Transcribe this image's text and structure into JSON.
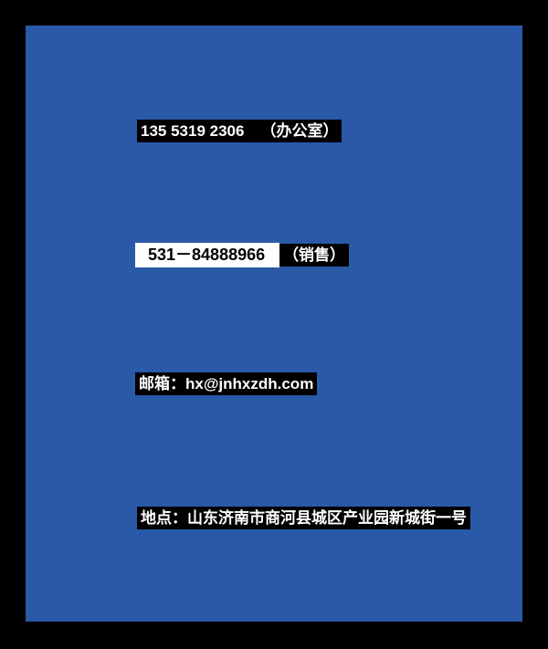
{
  "colors": {
    "frame": "#000000",
    "page_bg": "#2A5AA7",
    "highlight_bg": "#000000",
    "highlight_text": "#ffffff",
    "box_bg": "#ffffff",
    "box_text": "#000000"
  },
  "contact": {
    "office_phone": "135 5319 2306",
    "office_label": "（办公室）",
    "sales_phone": "531－84888966",
    "sales_label": "（销售）",
    "email": "邮箱：hx@jnhxzdh.com",
    "address": "地点：山东济南市商河县城区产业园新城街一号"
  }
}
